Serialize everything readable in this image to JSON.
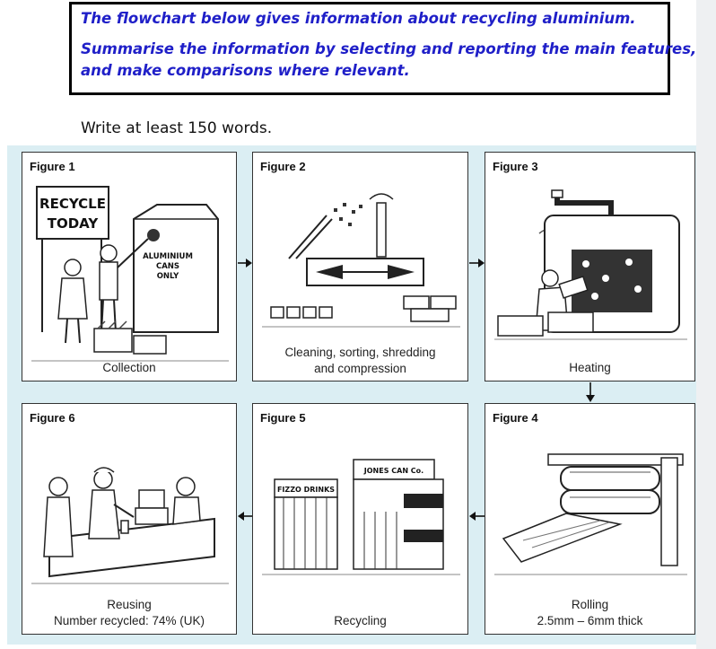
{
  "prompt": {
    "line1": "The flowchart below gives information about recycling aluminium.",
    "line2": "Summarise the information by selecting and reporting the main features,",
    "line3": "and make comparisons where relevant."
  },
  "instruction": "Write at least 150 words.",
  "figures": [
    {
      "title": "Figure 1",
      "caption": [
        "Collection"
      ],
      "art_text": {
        "sign_line1": "RECYCLE",
        "sign_line2": "TODAY",
        "bin_line1": "ALUMINIUM",
        "bin_line2": "CANS",
        "bin_line3": "ONLY"
      }
    },
    {
      "title": "Figure 2",
      "caption": [
        "Cleaning, sorting, shredding",
        "and compression"
      ]
    },
    {
      "title": "Figure 3",
      "caption": [
        "Heating"
      ]
    },
    {
      "title": "Figure 4",
      "caption": [
        "Rolling",
        "2.5mm – 6mm thick"
      ]
    },
    {
      "title": "Figure 5",
      "caption": [
        "Recycling"
      ],
      "art_text": {
        "building1": "FIZZO DRINKS",
        "building2": "JONES CAN Co."
      }
    },
    {
      "title": "Figure 6",
      "caption": [
        "Reusing",
        "Number recycled: 74% (UK)"
      ]
    }
  ],
  "colors": {
    "prompt_text": "#1f1fc8",
    "chart_bg": "#dbeef3"
  }
}
